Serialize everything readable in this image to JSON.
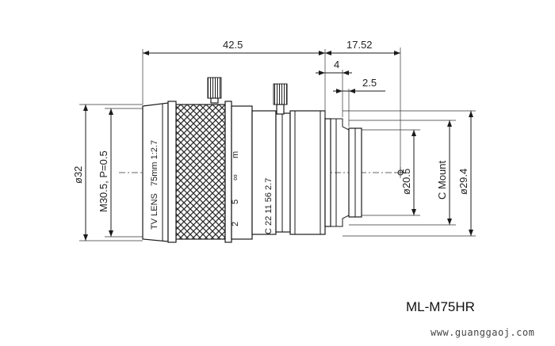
{
  "dimensions": {
    "overall_length": "42.5",
    "rear_length": "17.52",
    "flange_4": "4",
    "flange_2_5": "2.5",
    "front_diameter": "ø32",
    "filter_thread": "M30.5, P=0.5",
    "inner_diameter": "ø20.5",
    "mount_type": "C Mount",
    "mount_diameter": "ø29.4"
  },
  "lens_markings": {
    "type": "TV LENS",
    "spec": "75mm 1:2.7",
    "focus_scale": [
      "2",
      "5",
      "∞",
      "m"
    ],
    "iris_scale": "C 22 11 56 2.7"
  },
  "model_label": "ML-M75HR",
  "watermark": "www.guanggaoj.com",
  "colors": {
    "line": "#1a1a1a",
    "knurl": "#2b2b2b"
  }
}
